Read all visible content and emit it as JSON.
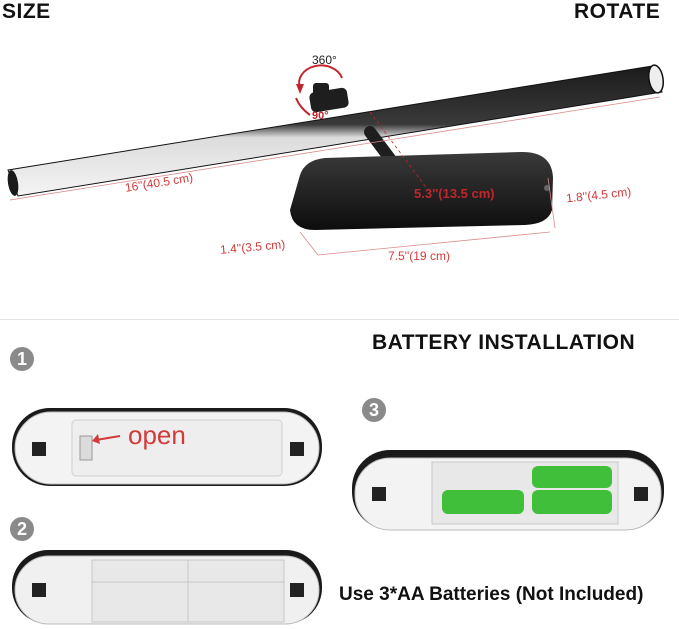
{
  "size_section": {
    "title": "SIZE",
    "rotate_title": "ROTATE",
    "rotation_360": "360°",
    "rotation_90": "90°",
    "length_label": "16''(40.5 cm)",
    "arm_label": "5.3''(13.5 cm)",
    "height_label": "1.8''(4.5 cm)",
    "depth_label": "1.4''(3.5 cm)",
    "base_width_label": "7.5''(19 cm)"
  },
  "battery_section": {
    "title": "BATTERY INSTALLATION",
    "step1_number": "1",
    "step2_number": "2",
    "step3_number": "3",
    "open_label": "open",
    "note": "Use 3*AA Batteries (Not Included)"
  },
  "colors": {
    "accent_red": "#d33a3a",
    "battery_green": "#3fbf3a",
    "badge_gray": "#8a8a8a"
  }
}
